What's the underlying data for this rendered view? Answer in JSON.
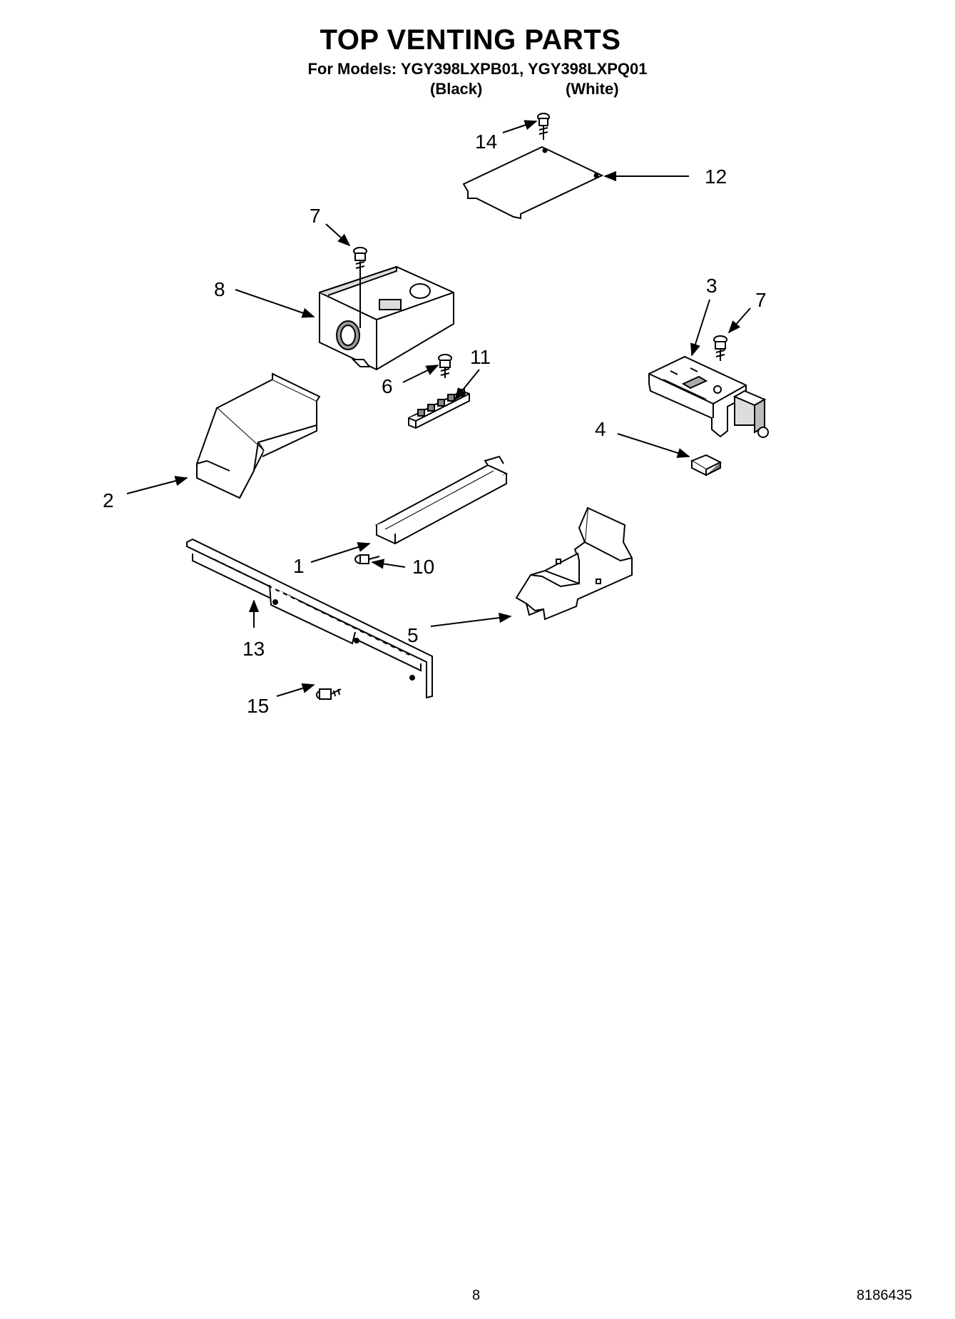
{
  "header": {
    "title": "TOP VENTING PARTS",
    "models": "For Models: YGY398LXPB01, YGY398LXPQ01",
    "color_black": "(Black)",
    "color_white": "(White)"
  },
  "callouts": [
    "1",
    "2",
    "3",
    "4",
    "5",
    "6",
    "7",
    "7",
    "8",
    "10",
    "11",
    "12",
    "13",
    "14",
    "15"
  ],
  "footer": {
    "page_number": "8",
    "document_number": "8186435"
  }
}
